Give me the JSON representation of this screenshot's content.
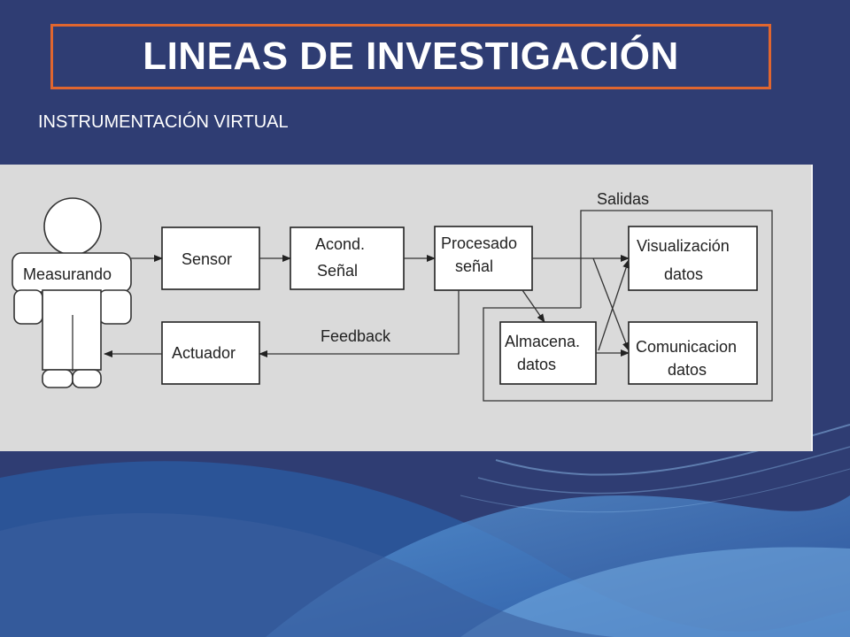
{
  "slide": {
    "title": "LINEAS DE INVESTIGACIÓN",
    "subtitle": "INSTRUMENTACIÓN VIRTUAL",
    "colors": {
      "background": "#2f3d73",
      "title_border": "#e0662f",
      "panel": "#dadada",
      "wave": "#4b86c8"
    }
  },
  "diagram": {
    "measurando": "Measurando",
    "sensor": "Sensor",
    "acond_line1": "Acond.",
    "acond_line2": "Señal",
    "procesado_line1": "Procesado",
    "procesado_line2": "señal",
    "almacena_line1": "Almacena.",
    "almacena_line2": "datos",
    "visualizacion_line1": "Visualización",
    "visualizacion_line2": "datos",
    "comunicacion_line1": "Comunicacion",
    "comunicacion_line2": "datos",
    "actuador": "Actuador",
    "feedback": "Feedback",
    "salidas": "Salidas"
  }
}
